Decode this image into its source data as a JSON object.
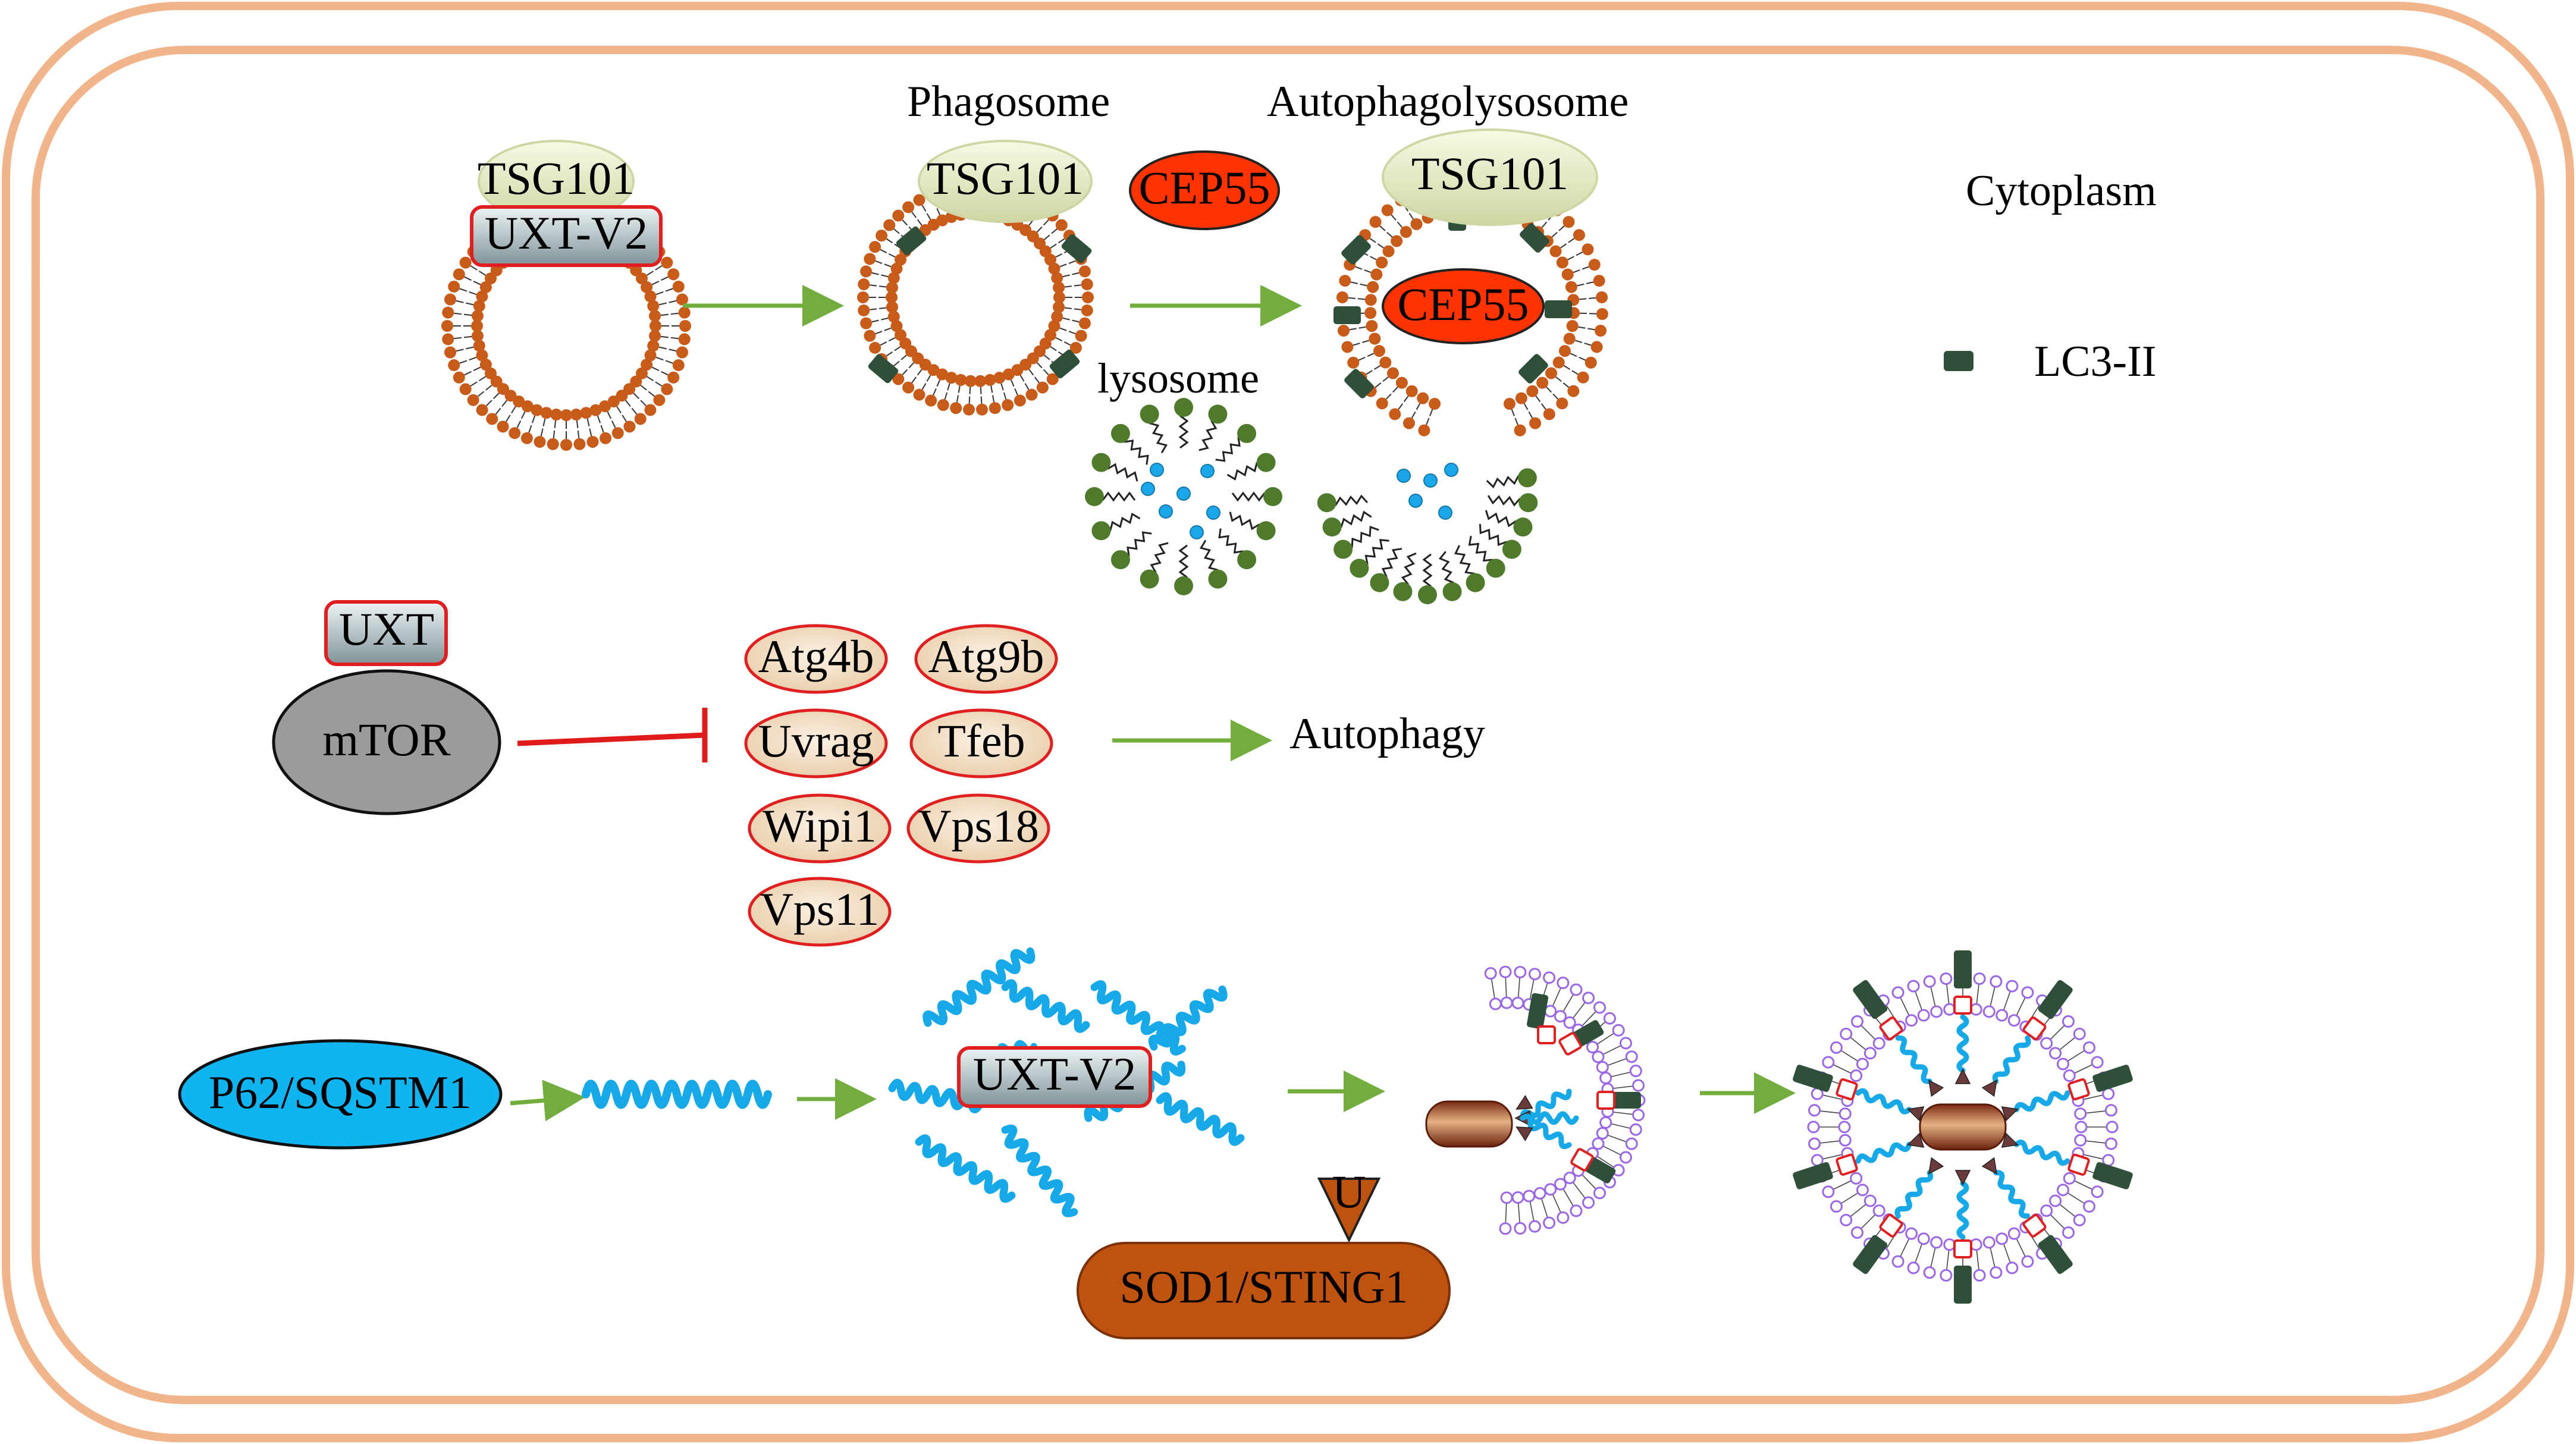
{
  "labels": {
    "phagosome": "Phagosome",
    "autophagolysosome": "Autophagolysosome",
    "cytoplasm": "Cytoplasm",
    "lc3": "LC3-II",
    "lysosome": "lysosome",
    "autophagy": "Autophagy"
  },
  "proteins": {
    "tsg101_1": "TSG101",
    "uxtv2_1": "UXT-V2",
    "tsg101_2": "TSG101",
    "cep55_1": "CEP55",
    "tsg101_3": "TSG101",
    "cep55_2": "CEP55",
    "uxt": "UXT",
    "mtor": "mTOR",
    "p62": "P62/SQSTM1",
    "uxtv2_2": "UXT-V2",
    "u": "U",
    "sod1": "SOD1/STING1"
  },
  "autophagy_genes": [
    "Atg4b",
    "Atg9b",
    "Uvrag",
    "Tfeb",
    "Wipi1",
    "Vps18",
    "Vps11"
  ],
  "colors": {
    "cell_border": "#f2b48a",
    "membrane_head": "#c85a1a",
    "lysosome_head": "#4f7a2c",
    "lc3": "#2f4f3a",
    "arrow": "#73ad3e",
    "inhibit": "#e01b1b",
    "cep55": "#ff3300",
    "p62": "#10b4f0",
    "sod1": "#c0520f",
    "mtor": "#9b9b9b",
    "gene_fill": "#f1dcc4",
    "tsg_fill": "#e8ecc6",
    "uxt_fill": "#b9c5c8",
    "purple": "#9a66e6",
    "blue_helix": "#17a8e8"
  }
}
